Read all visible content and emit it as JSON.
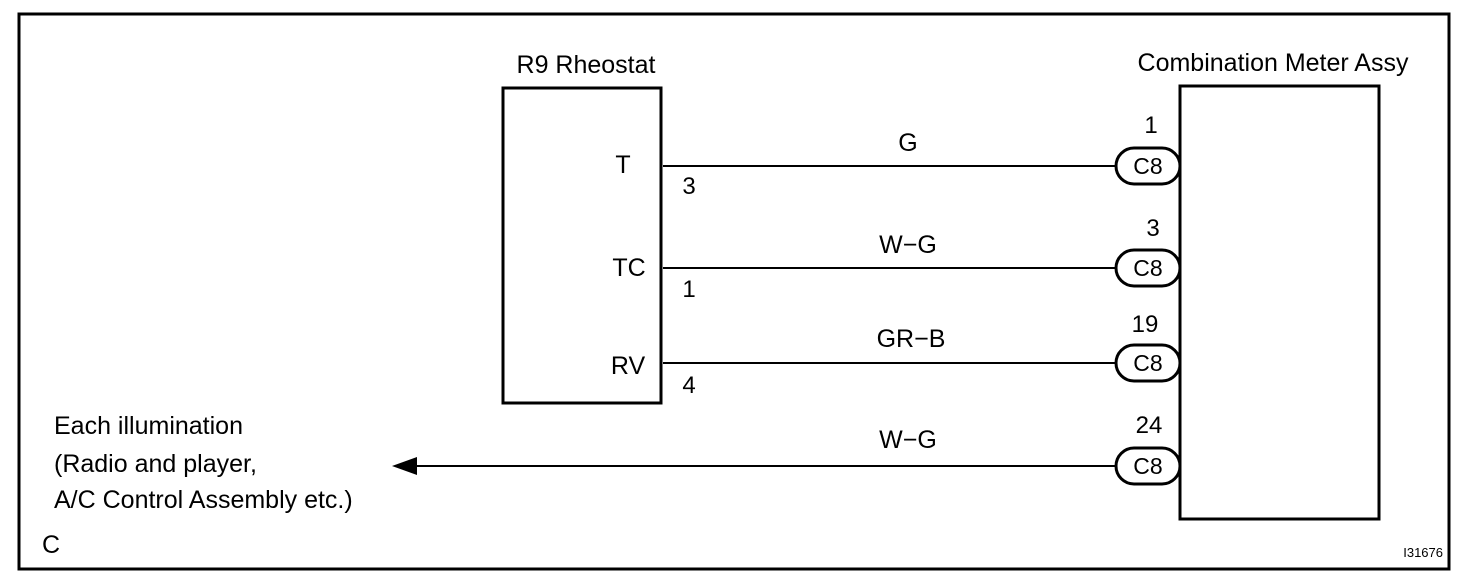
{
  "rheostat": {
    "title": "R9 Rheostat",
    "terminals": [
      {
        "name": "T",
        "pin": "3"
      },
      {
        "name": "TC",
        "pin": "1"
      },
      {
        "name": "RV",
        "pin": "4"
      }
    ]
  },
  "meter": {
    "title": "Combination Meter Assy"
  },
  "wires": [
    {
      "color": "G",
      "connector": "C8",
      "pin": "1"
    },
    {
      "color": "W−G",
      "connector": "C8",
      "pin": "3"
    },
    {
      "color": "GR−B",
      "connector": "C8",
      "pin": "19"
    },
    {
      "color": "W−G",
      "connector": "C8",
      "pin": "24"
    }
  ],
  "illumination": {
    "line1": "Each illumination",
    "line2": "(Radio and player,",
    "line3": "A/C Control Assembly etc.)"
  },
  "corner_label": "C",
  "figure_id": "I31676"
}
